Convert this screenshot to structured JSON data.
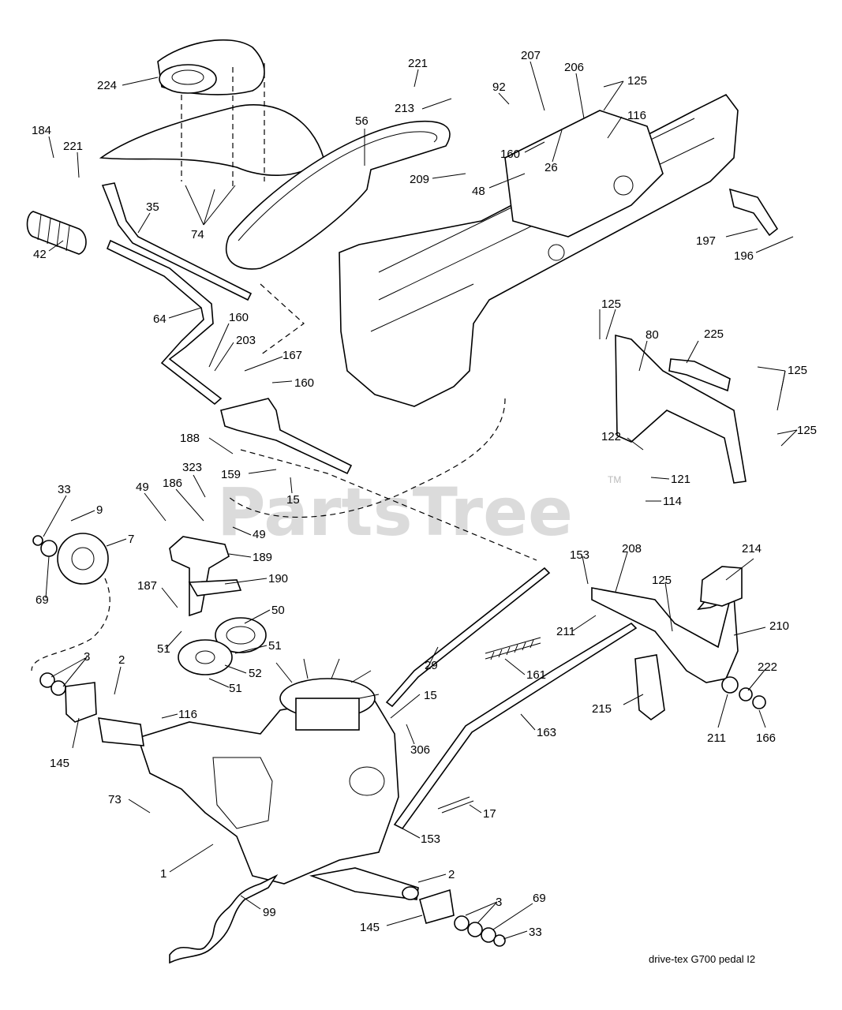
{
  "watermark": {
    "text": "PartsTree",
    "mark": "TM"
  },
  "caption": "drive-tex G700 pedal I2",
  "callouts": [
    "224",
    "184",
    "221",
    "74",
    "35",
    "42",
    "64",
    "221",
    "213",
    "56",
    "207",
    "92",
    "206",
    "125",
    "116",
    "160",
    "26",
    "209",
    "48",
    "197",
    "196",
    "160",
    "203",
    "167",
    "160",
    "125",
    "80",
    "225",
    "125",
    "125",
    "122",
    "121",
    "114",
    "188",
    "159",
    "15",
    "323",
    "186",
    "49",
    "49",
    "189",
    "190",
    "187",
    "50",
    "51",
    "51",
    "52",
    "51",
    "33",
    "9",
    "7",
    "69",
    "3",
    "2",
    "116",
    "145",
    "73",
    "1",
    "99",
    "145",
    "2",
    "3",
    "69",
    "33",
    "29",
    "161",
    "15",
    "306",
    "163",
    "17",
    "153",
    "153",
    "208",
    "214",
    "125",
    "211",
    "210",
    "222",
    "215",
    "211",
    "166"
  ]
}
